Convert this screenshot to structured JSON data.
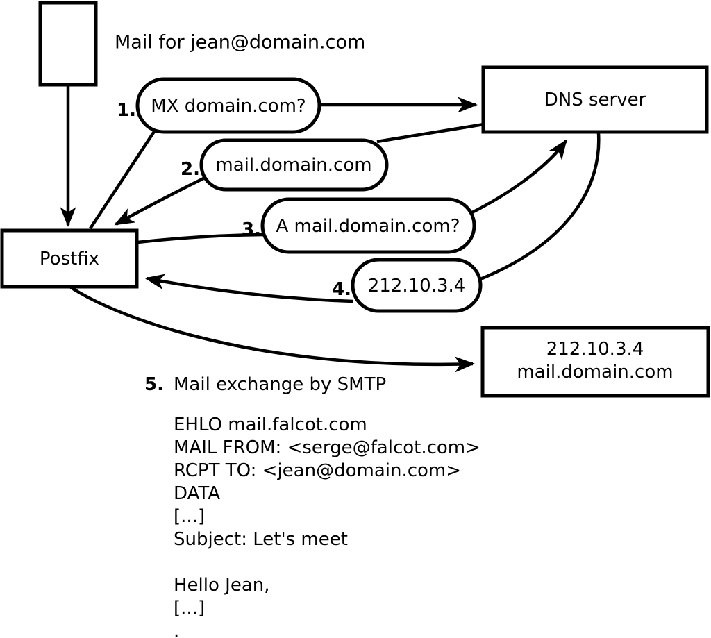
{
  "diagram": {
    "mail_source_label": "Mail for jean@domain.com",
    "nodes": {
      "postfix": "Postfix",
      "dns": "DNS server",
      "mailserver_line1": "212.10.3.4",
      "mailserver_line2": "mail.domain.com"
    },
    "steps": [
      {
        "num": "1.",
        "label": "MX domain.com?"
      },
      {
        "num": "2.",
        "label": "mail.domain.com"
      },
      {
        "num": "3.",
        "label": "A mail.domain.com?"
      },
      {
        "num": "4.",
        "label": "212.10.3.4"
      },
      {
        "num": "5.",
        "label": "Mail exchange by SMTP"
      }
    ],
    "smtp_session": [
      "EHLO mail.falcot.com",
      "MAIL FROM: <serge@falcot.com>",
      "RCPT TO: <jean@domain.com>",
      "DATA",
      "[...]",
      "Subject: Let's meet",
      "",
      "Hello Jean,",
      "[...]",
      "."
    ]
  },
  "colors": {
    "ink": "#000000",
    "background": "#ffffff"
  }
}
